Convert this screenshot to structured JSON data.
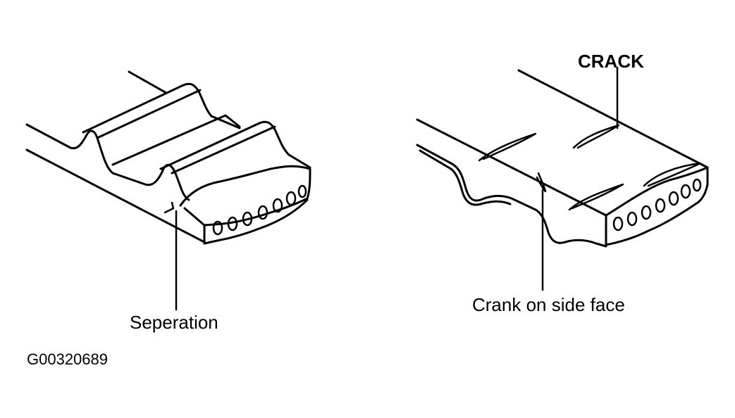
{
  "labels": {
    "separation": "Seperation",
    "crack": "CRACK",
    "side_crack": "Crank on side face"
  },
  "figure_code": "G00320689",
  "colors": {
    "ink": "#000000",
    "background": "#ffffff"
  }
}
